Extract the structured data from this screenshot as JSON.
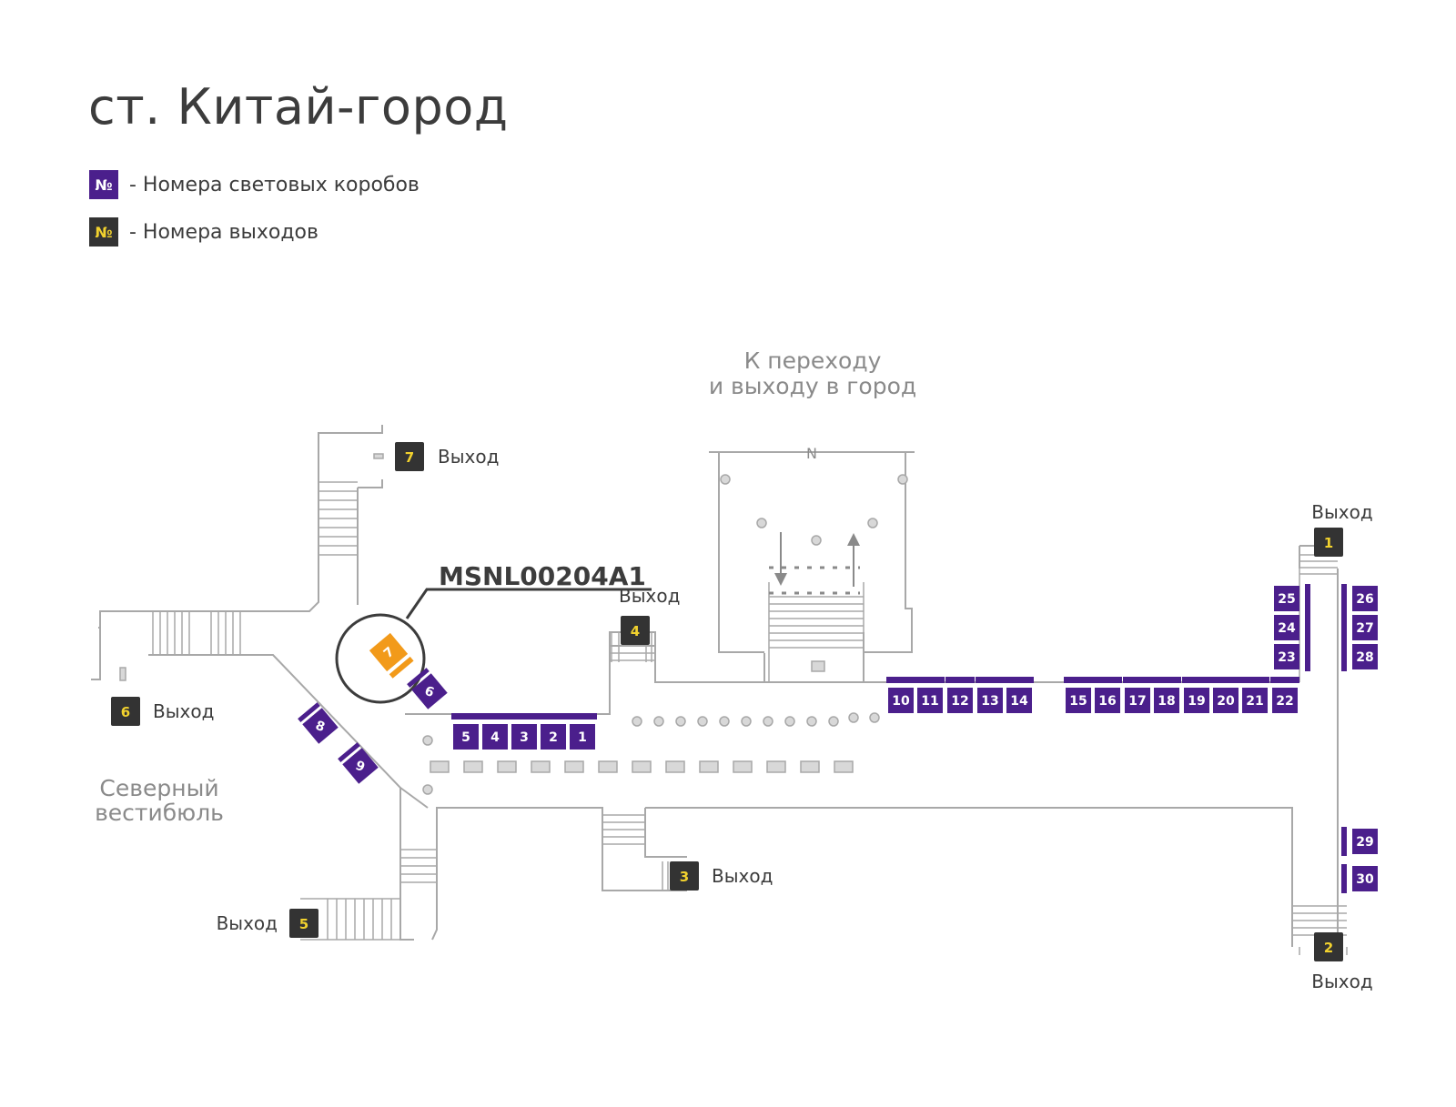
{
  "title": "ст. Китай-город",
  "legend": [
    {
      "symbol": "№",
      "text": "- Номера световых коробов",
      "color": "#4b1f8c"
    },
    {
      "symbol": "№",
      "text": "- Номера выходов",
      "color": "#333333"
    }
  ],
  "colors": {
    "lightbox": "#4b1f8c",
    "exit": "#333333",
    "exit_number": "#f2d22e",
    "highlight": "#f29a1a",
    "wall": "#a8a8a8"
  },
  "areas": {
    "transfer_line1": "К переходу",
    "transfer_line2": "и выходу в город",
    "north_line1": "Северный",
    "north_line2": "вестибюль",
    "north_compass": "N"
  },
  "highlight": {
    "code": "MSNL00204A1",
    "box_number": "7"
  },
  "exit_word": "Выход",
  "exits": [
    "1",
    "2",
    "3",
    "4",
    "5",
    "6",
    "7"
  ],
  "lightboxes": [
    "1",
    "2",
    "3",
    "4",
    "5",
    "6",
    "8",
    "9",
    "10",
    "11",
    "12",
    "13",
    "14",
    "15",
    "16",
    "17",
    "18",
    "19",
    "20",
    "21",
    "22",
    "23",
    "24",
    "25",
    "26",
    "27",
    "28",
    "29",
    "30"
  ]
}
